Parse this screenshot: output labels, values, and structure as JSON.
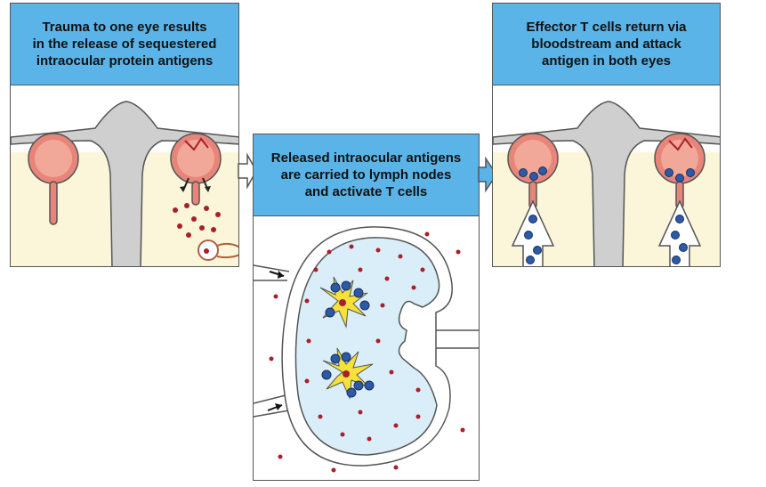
{
  "panels": {
    "trauma": {
      "caption_lines": [
        "Trauma to one eye results",
        "in the release of sequestered",
        "intraocular protein antigens"
      ]
    },
    "lymph": {
      "caption_lines": [
        "Released intraocular antigens",
        "are carried to lymph nodes",
        "and activate T cells"
      ]
    },
    "attack": {
      "caption_lines": [
        "Effector T cells return via",
        "bloodstream and attack",
        "antigen in both eyes"
      ]
    }
  },
  "colors": {
    "caption_blue": "#5ab4e8",
    "panel_cream": "#fbf6d9",
    "eye_salmon": "#e8857a",
    "eye_inner": "#f2a898",
    "antigen_red": "#a8202a",
    "t_cell_blue": "#2c5aa6",
    "dendritic_yellow": "#f5e13a",
    "node_fill": "#d9eef8",
    "bone_gray": "#cfcfcf"
  }
}
